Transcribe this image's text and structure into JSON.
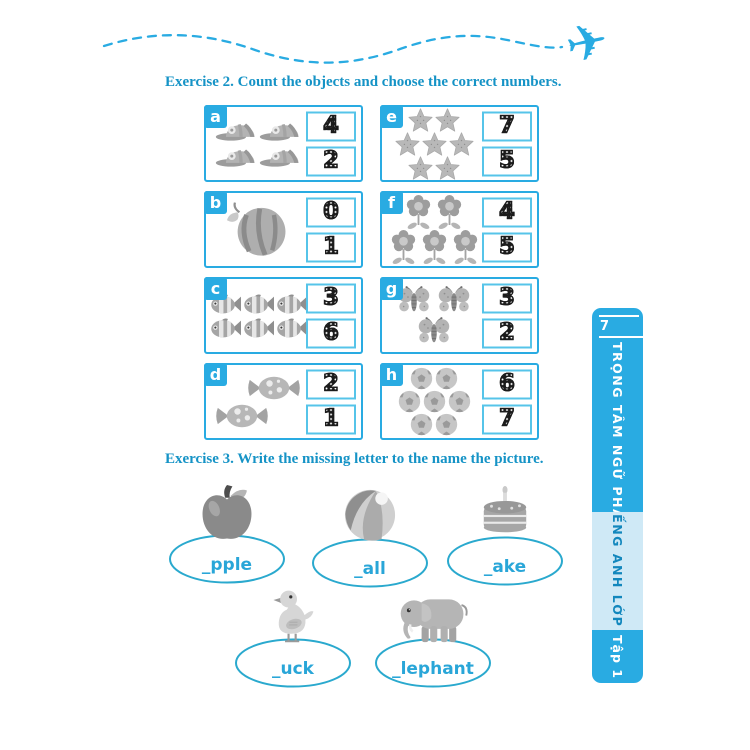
{
  "decoration": {
    "airplane_icon": "✈"
  },
  "exercise2": {
    "title": "Exercise 2. Count the objects and choose the correct numbers.",
    "items": [
      {
        "letter": "a",
        "object": "cap",
        "count": 4,
        "rows": [
          2,
          2
        ],
        "options": [
          "4",
          "2"
        ]
      },
      {
        "letter": "b",
        "object": "watermelon",
        "count": 1,
        "rows": [
          1
        ],
        "options": [
          "0",
          "1"
        ]
      },
      {
        "letter": "c",
        "object": "fish",
        "count": 6,
        "rows": [
          3,
          3
        ],
        "options": [
          "3",
          "6"
        ]
      },
      {
        "letter": "d",
        "object": "candy",
        "count": 2,
        "rows": [
          1,
          1
        ],
        "options": [
          "2",
          "1"
        ]
      },
      {
        "letter": "e",
        "object": "starfish",
        "count": 7,
        "rows": [
          2,
          3,
          2
        ],
        "options": [
          "7",
          "5"
        ]
      },
      {
        "letter": "f",
        "object": "flower",
        "count": 5,
        "rows": [
          2,
          3
        ],
        "options": [
          "4",
          "5"
        ]
      },
      {
        "letter": "g",
        "object": "butterfly",
        "count": 3,
        "rows": [
          2,
          1
        ],
        "options": [
          "3",
          "2"
        ]
      },
      {
        "letter": "h",
        "object": "soccer-ball",
        "count": 7,
        "rows": [
          2,
          3,
          2
        ],
        "options": [
          "6",
          "7"
        ]
      }
    ]
  },
  "exercise3": {
    "title": "Exercise 3. Write the missing letter to the name the picture.",
    "items": [
      {
        "word": "_pple",
        "object": "apple"
      },
      {
        "word": "_all",
        "object": "ball"
      },
      {
        "word": "_ake",
        "object": "cake"
      },
      {
        "word": "_uck",
        "object": "duck"
      },
      {
        "word": "_lephant",
        "object": "elephant"
      }
    ]
  },
  "sidebar": {
    "page_number": "7",
    "series_title": "TRỌNG TÂM NGỮ PHÁP",
    "book_title": "TIẾNG ANH LỚP 3",
    "volume": "Tập 1"
  },
  "colors": {
    "accent": "#29abe2",
    "heading": "#1593c6",
    "answer_border": "#56c4e9",
    "light_panel": "#cfe9f6",
    "word_text": "#29a6d8"
  }
}
